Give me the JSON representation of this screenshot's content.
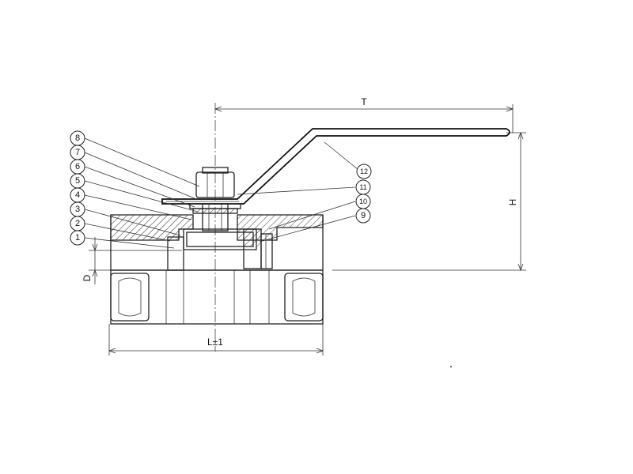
{
  "dimensions": {
    "T": "T",
    "H": "H",
    "D": "D",
    "L": "L±1"
  },
  "callouts": [
    "1",
    "2",
    "3",
    "4",
    "5",
    "6",
    "7",
    "8",
    "9",
    "10",
    "11",
    "12"
  ]
}
